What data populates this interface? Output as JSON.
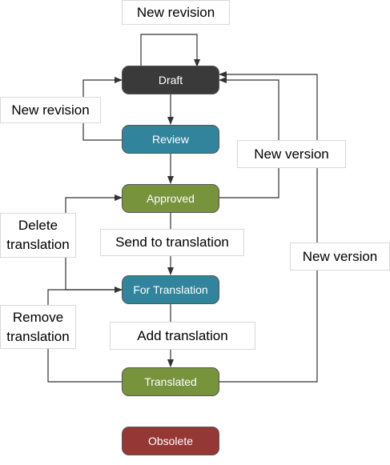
{
  "colors": {
    "draft": "#3a3a3a",
    "review": "#31849b",
    "approved": "#77933c",
    "for_translation": "#31849b",
    "translated": "#77933c",
    "obsolete": "#953735",
    "line": "#333333"
  },
  "states": {
    "draft": "Draft",
    "review": "Review",
    "approved": "Approved",
    "for_translation": "For Translation",
    "translated": "Translated",
    "obsolete": "Obsolete"
  },
  "transitions": {
    "new_revision_top": "New revision",
    "new_revision_left": "New revision",
    "new_version_mid": "New version",
    "new_version_right": "New version",
    "delete_translation": "Delete\ntranslation",
    "send_to_translation": "Send to translation",
    "remove_translation": "Remove\ntranslation",
    "add_translation": "Add translation"
  }
}
